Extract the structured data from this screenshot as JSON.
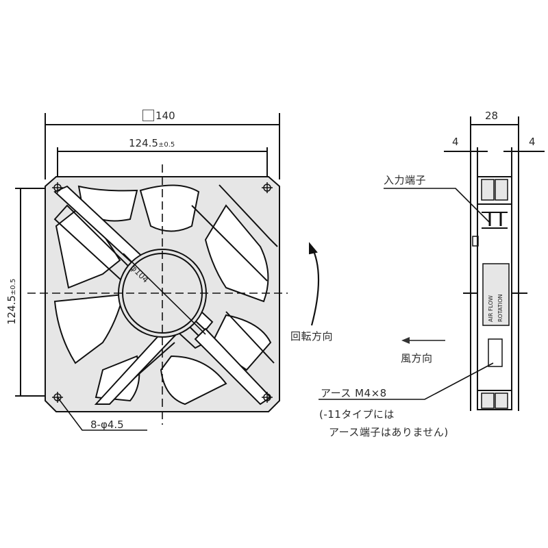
{
  "front_view": {
    "overall_size_label": "140",
    "overall_size_symbol": "square",
    "hole_pitch_h": {
      "value": "124.5",
      "tolerance": "±0.5"
    },
    "hole_pitch_v": {
      "value": "124.5",
      "tolerance": "±0.5"
    },
    "hub_diameter_label": "φ104",
    "mounting_holes_label": "8-φ4.5",
    "rotation_label": "回転方向"
  },
  "side_view": {
    "depth_label": "28",
    "flange_left_label": "4",
    "flange_right_label": "4",
    "terminal_label": "入力端子",
    "airflow_label": "風方向",
    "sticker_text_1": "AIR FLOW",
    "sticker_text_2": "ROTATION"
  },
  "ground_note": {
    "line1": "アース M4×8",
    "line2": "(-11タイプには",
    "line3": "アース端子はありません)"
  },
  "colors": {
    "line": "#111111",
    "fill": "#e6e6e6",
    "text": "#2a2a2a"
  }
}
